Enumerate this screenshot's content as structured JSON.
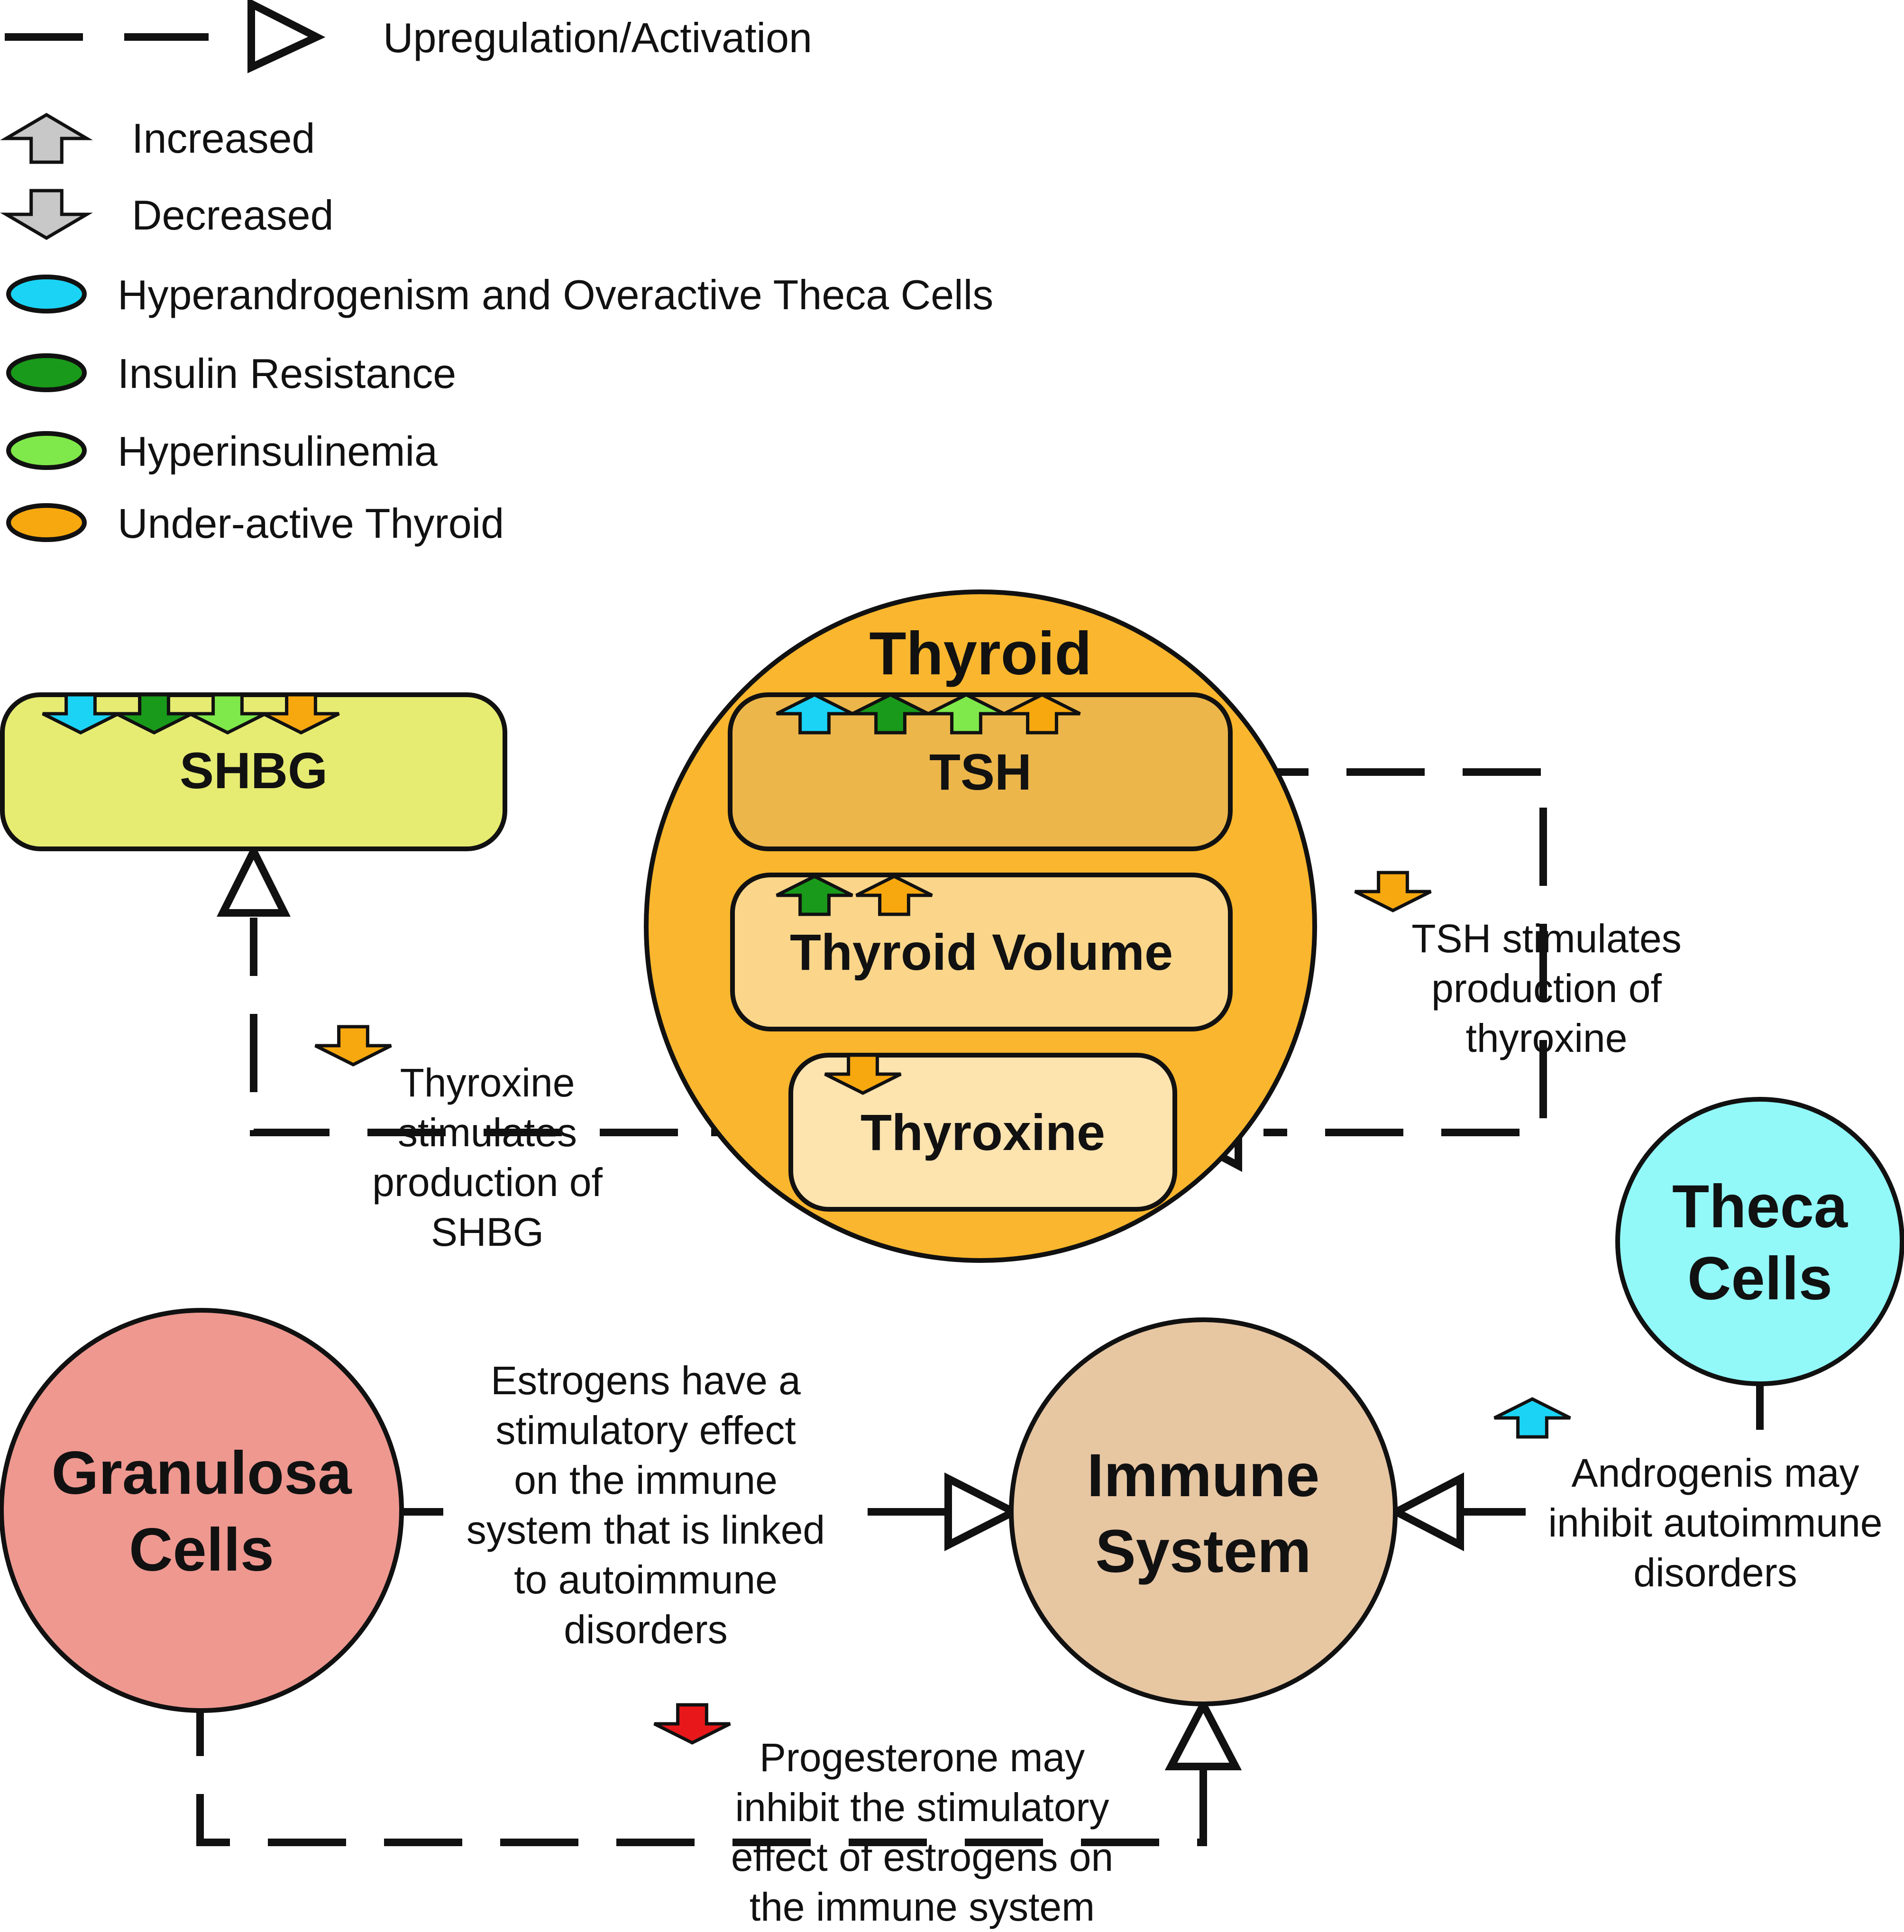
{
  "legend": {
    "activation": "Upregulation/Activation",
    "increased": "Increased",
    "decreased": "Decreased",
    "hyperandrogenism": "Hyperandrogenism and Overactive Theca Cells",
    "insulin_resistance": "Insulin Resistance",
    "hyperinsulinemia": "Hyperinsulinemia",
    "underactive_thyroid": "Under-active Thyroid"
  },
  "colors": {
    "hyperandrogenism": "#1bd3f5",
    "insulin_resistance": "#1a9a1a",
    "hyperinsulinemia": "#7fe84a",
    "underactive_thyroid": "#f7a80f",
    "legend_gray": "#c8c8c8",
    "progesterone_red": "#e8181a",
    "thyroid_circle": "#f9b62e",
    "tsh_box": "#ecb64a",
    "volume_box": "#fbd68a",
    "thyroxine_box": "#fde3ae",
    "shbg_box": "#e6eb72",
    "granulosa": "#ee9890",
    "immune": "#e7c6a2",
    "theca": "#92f8f8"
  },
  "nodes": {
    "thyroid": "Thyroid",
    "tsh": "TSH",
    "thyroid_volume": "Thyroid Volume",
    "thyroxine": "Thyroxine",
    "shbg": "SHBG",
    "granulosa_line1": "Granulosa",
    "granulosa_line2": "Cells",
    "immune_line1": "Immune",
    "immune_line2": "System",
    "theca_line1": "Theca",
    "theca_line2": "Cells"
  },
  "edges": {
    "tsh_to_thyroxine": [
      "TSH stimulates",
      "production of",
      "thyroxine"
    ],
    "thyroxine_to_shbg": [
      "Thyroxine",
      "stimulates",
      "production of",
      "SHBG"
    ],
    "estrogen_to_immune": [
      "Estrogens have a",
      "stimulatory effect",
      "on the immune",
      "system that is linked",
      "to autoimmune",
      "disorders"
    ],
    "progesterone_to_immune": [
      "Progesterone may",
      "inhibit the stimulatory",
      "effect of estrogens on",
      "the immune system"
    ],
    "androgen_to_immune": [
      "Androgenis may",
      "inhibit autoimmune",
      "disorders"
    ]
  },
  "indicators": {
    "shbg": [
      {
        "direction": "down",
        "category": "hyperandrogenism"
      },
      {
        "direction": "down",
        "category": "insulin_resistance"
      },
      {
        "direction": "down",
        "category": "hyperinsulinemia"
      },
      {
        "direction": "down",
        "category": "underactive_thyroid"
      }
    ],
    "tsh": [
      {
        "direction": "up",
        "category": "hyperandrogenism"
      },
      {
        "direction": "up",
        "category": "insulin_resistance"
      },
      {
        "direction": "up",
        "category": "hyperinsulinemia"
      },
      {
        "direction": "up",
        "category": "underactive_thyroid"
      }
    ],
    "thyroid_volume": [
      {
        "direction": "up",
        "category": "insulin_resistance"
      },
      {
        "direction": "up",
        "category": "underactive_thyroid"
      }
    ],
    "thyroxine": [
      {
        "direction": "down",
        "category": "underactive_thyroid"
      }
    ],
    "tsh_edge": [
      {
        "direction": "down",
        "category": "underactive_thyroid"
      }
    ],
    "thyroxine_edge": [
      {
        "direction": "down",
        "category": "underactive_thyroid"
      }
    ],
    "progesterone_edge": [
      {
        "direction": "down",
        "category": "progesterone_red"
      }
    ],
    "androgen_edge": [
      {
        "direction": "up",
        "category": "hyperandrogenism"
      }
    ]
  }
}
